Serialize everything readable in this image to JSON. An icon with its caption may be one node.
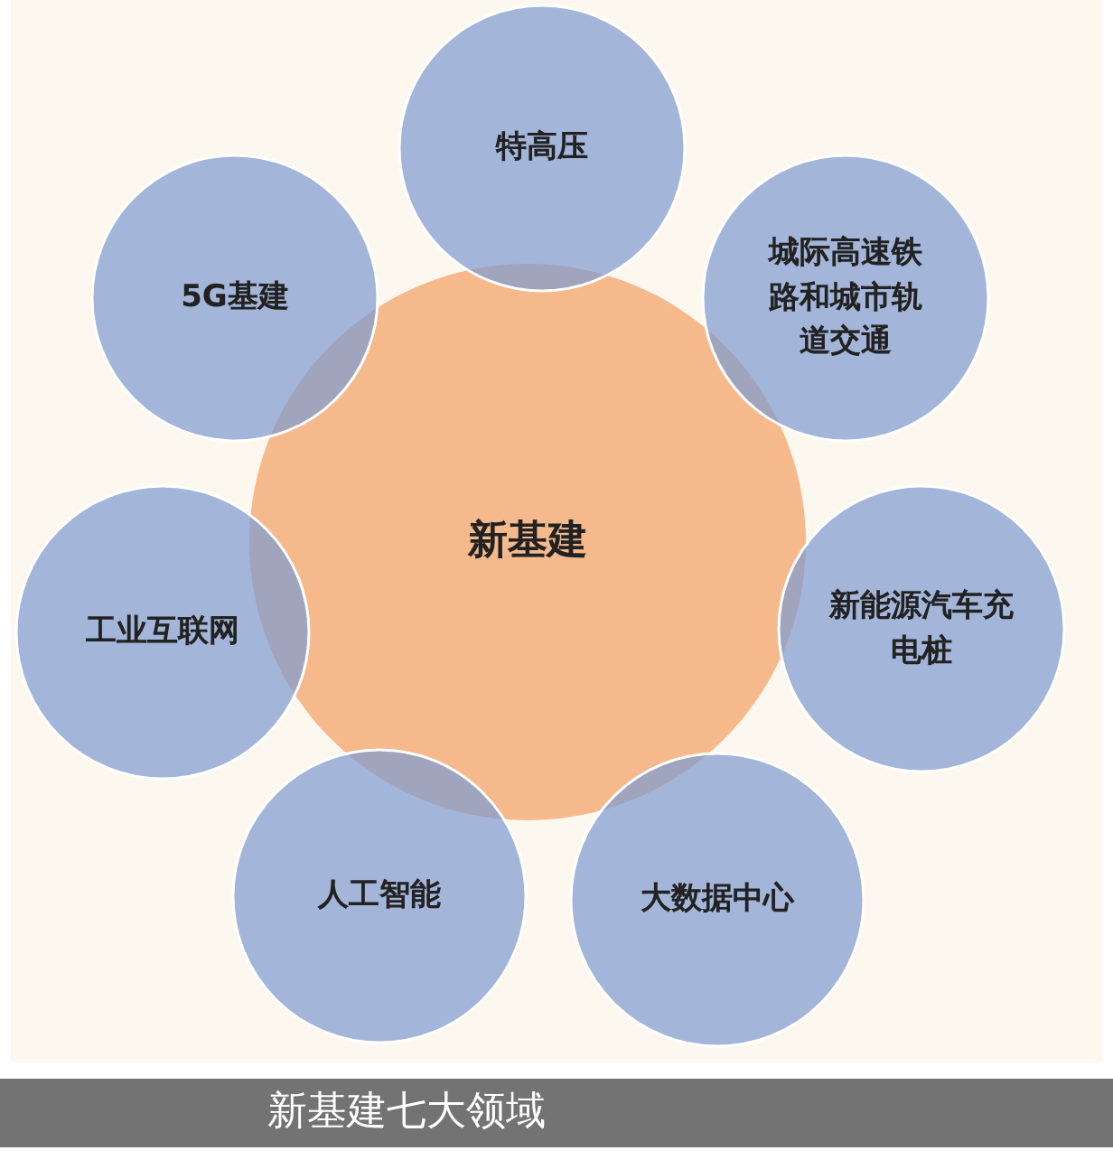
{
  "diagram": {
    "caption": "新基建七大领域",
    "nodes": [
      {
        "text": [
          "新基建"
        ]
      },
      {
        "text": [
          "特高压"
        ]
      },
      {
        "text": [
          "5G基建"
        ]
      },
      {
        "text": [
          "城际高速铁路和城市轨道交通"
        ]
      },
      {
        "text": [
          "工业互联网"
        ]
      },
      {
        "text": [
          "新能源汽车充电桩"
        ]
      },
      {
        "text": [
          "人工智能"
        ]
      },
      {
        "text": [
          "大数据中心"
        ]
      }
    ]
  }
}
